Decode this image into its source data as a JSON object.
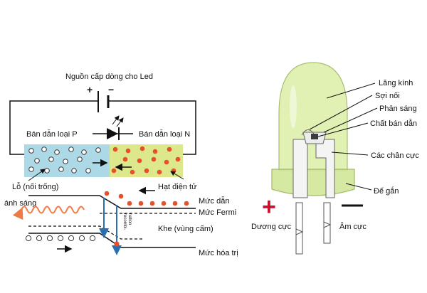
{
  "colors": {
    "p_region": "#add8e6",
    "n_region": "#dde88c",
    "electron": "#e8502a",
    "photon": "#f07a45",
    "transition": "#2b6fb3",
    "lens": "#dcefa8",
    "plus_sign": "#c8102e",
    "minus_sign": "#111111"
  },
  "circuit": {
    "power_label": "Nguồn cấp dòng cho Led",
    "plus": "+",
    "minus": "−",
    "p_label": "Bán dẫn loại P",
    "n_label": "Bán dẫn loại N",
    "hole_label": "Lỗ (nối trống)",
    "electron_label": "Hạt điện tử"
  },
  "band": {
    "light_label": "ánh sáng",
    "conduction_label": "Mức dẫn",
    "fermi_label": "Mức Fermi",
    "gap_label": "Khe (vùng cấm)",
    "valence_label": "Mức hóa trị",
    "recomb_line1": "recombi-",
    "recomb_line2": "nation"
  },
  "led": {
    "lens": "Lăng kính",
    "wire": "Sợi nối",
    "reflector": "Phản sáng",
    "chip": "Chất bán dẫn",
    "legs": "Các chân cực",
    "base": "Đế gắn",
    "anode_sign": "+",
    "cathode_sign": "—",
    "anode": "Dương cực",
    "cathode": "Âm cực"
  }
}
